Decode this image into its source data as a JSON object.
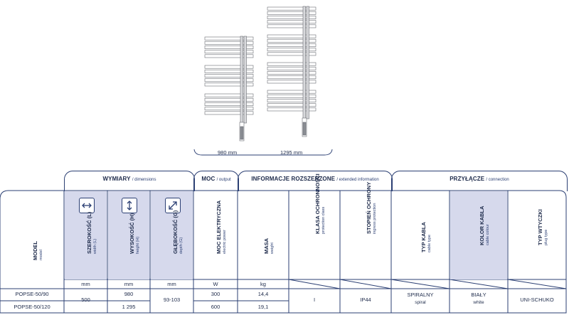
{
  "dimensions_labels": {
    "width_label": "980 mm",
    "height_label": "1295 mm"
  },
  "groups": {
    "dimensions": {
      "main": "WYMIARY",
      "sub": "/ dimensions"
    },
    "power": {
      "main": "MOC",
      "sub": "/ output"
    },
    "extended": {
      "main": "INFORMACJE ROZSZERZONE",
      "sub": "/ extended information"
    },
    "connection": {
      "main": "PRZYŁĄCZE",
      "sub": "/ connection"
    }
  },
  "columns": {
    "model": {
      "main": "MODEL",
      "sub": "model"
    },
    "width": {
      "main": "SZEROKOŚĆ (L)",
      "sub": "width (L)",
      "unit": "mm",
      "icon": "horizontal-arrows-icon"
    },
    "height": {
      "main": "WYSOKOŚĆ (H)",
      "sub": "height (H)",
      "unit": "mm",
      "icon": "vertical-arrows-icon"
    },
    "depth": {
      "main": "GŁĘBOKOŚĆ (G)",
      "sub": "depth (G)",
      "unit": "mm",
      "icon": "diagonal-arrows-icon"
    },
    "power": {
      "main": "MOC ELEKTRYCZNA",
      "sub": "electric power",
      "unit": "W"
    },
    "weight": {
      "main": "MASA",
      "sub": "weight",
      "unit": "kg"
    },
    "protection": {
      "main": "KLASA OCHRONNOŚCI",
      "sub": "protection class"
    },
    "ingress": {
      "main": "STOPIEŃ OCHRONY",
      "sub": "ingress protection"
    },
    "cable_type": {
      "main": "TYP KABLA",
      "sub": "cable type"
    },
    "cable_colour": {
      "main": "KOLOR KABLA",
      "sub": "cable colour"
    },
    "plug_type": {
      "main": "TYP WTYCZKI",
      "sub": "plug type"
    }
  },
  "rows": [
    {
      "model": "POPSE-50/90",
      "height": "980",
      "power": "300",
      "weight": "14,4"
    },
    {
      "model": "POPSE-50/120",
      "height": "1 295",
      "power": "600",
      "weight": "19,1"
    }
  ],
  "shared": {
    "width": "500",
    "depth": "93-103",
    "protection": "I",
    "ingress": "IP44",
    "cable_type_main": "SPIRALNY",
    "cable_type_sub": "spiral",
    "cable_colour_main": "BIAŁY",
    "cable_colour_sub": "white",
    "plug_type": "UNI-SCHUKO"
  },
  "colors": {
    "line": "#2b3f73",
    "shade": "#d6d9ec",
    "radiator": "#8a8d93"
  }
}
